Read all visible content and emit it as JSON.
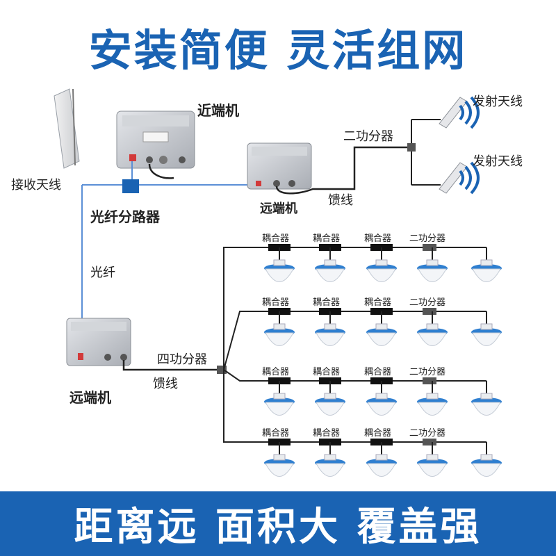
{
  "header": {
    "title": "安装简便 灵活组网"
  },
  "footer": {
    "slogan": "距离远 面积大 覆盖强"
  },
  "labels": {
    "receive_antenna": "接收天线",
    "near_end_unit": "近端机",
    "fiber_splitter": "光纤分路器",
    "fiber": "光纤",
    "remote_unit_top": "远端机",
    "remote_unit_bottom": "远端机",
    "feeder_top": "馈线",
    "feeder_bottom": "馈线",
    "two_way_splitter_top": "二功分器",
    "transmit_antenna_1": "发射天线",
    "transmit_antenna_2": "发射天线",
    "four_way_splitter": "四功分器"
  },
  "branch_labels": {
    "coupler": "耦合器",
    "two_way_splitter": "二功分器"
  },
  "colors": {
    "brand_blue": "#1a63b3",
    "fiber_line": "#5b8fd6",
    "antenna_blue": "#2f7fd0"
  }
}
